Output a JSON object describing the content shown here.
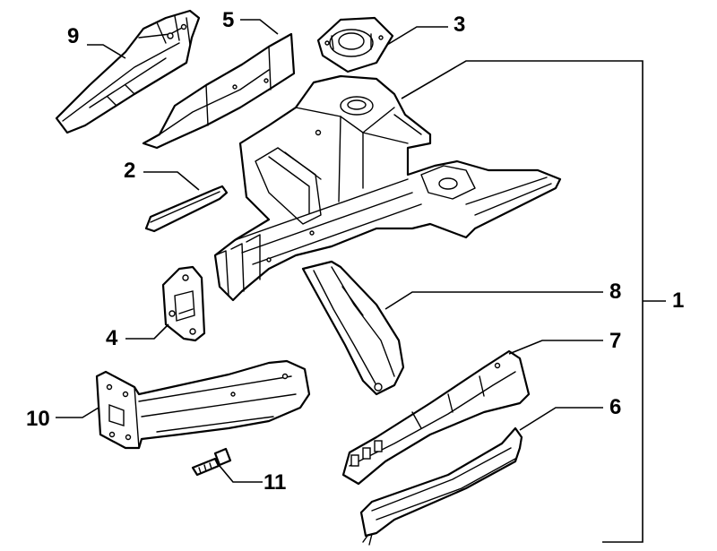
{
  "diagram": {
    "callouts": {
      "c1": "1",
      "c2": "2",
      "c3": "3",
      "c4": "4",
      "c5": "5",
      "c6": "6",
      "c7": "7",
      "c8": "8",
      "c9": "9",
      "c10": "10",
      "c11": "11"
    },
    "colors": {
      "line": "#000000",
      "background": "#ffffff"
    }
  }
}
